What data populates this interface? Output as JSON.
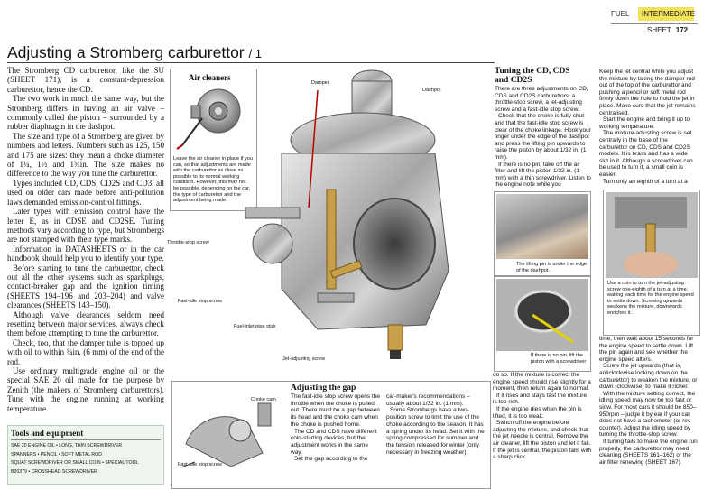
{
  "header": {
    "section": "FUEL",
    "level": "INTERMEDIATE",
    "sheet_label": "SHEET",
    "sheet_number": "172"
  },
  "title": {
    "main": "Adjusting a Stromberg carburettor",
    "part": "/ 1"
  },
  "intro_paragraphs": [
    "The Stromberg CD carburettor, like the SU (SHEET 171), is a constant-depression carburettor, hence the CD.",
    "The two work in much the same way, but the Stromberg differs in having an air valve – commonly called the piston – surrounded by a rubber diaphragm in the dashpot.",
    "The size and type of a Stromberg are given by numbers and letters. Numbers such as 125, 150 and 175 are sizes: they mean a choke diameter of 1¼, 1½ and 1¾in. The size makes no difference to the way you tune the carburettor.",
    "Types included CD, CDS, CD2S and CD3, all used on older cars made before anti-pollution laws demanded emission-control fittings.",
    "Later types with emission control have the letter E, as in CDSE and CD2SE. Tuning methods vary according to type, but Strombergs are not stamped with their type marks.",
    "Information in DATASHEETS or in the car handbook should help you to identify your type.",
    "Before starting to tune the carburettor, check out all the other systems such as sparkplugs, contact-breaker gap and the ignition timing (SHEETS 194–196 and 203–204) and valve clearances (SHEETS 143–150).",
    "Although valve clearances seldom need resetting between major services, always check them before attempting to tune the carburettor.",
    "Check, too, that the damper tube is topped up with oil to within ¼in. (6 mm) of the end of the rod.",
    "Use ordinary multigrade engine oil or the special SAE 20 oil made for the purpose by Zenith (the makers of Stromberg carburettors). Tune with the engine running at working temperature."
  ],
  "tools": {
    "heading": "Tools and equipment",
    "lines": [
      "SAE 20 ENGINE OIL  •  LONG, THIN SCREWDRIVER",
      "SPANNERS  •  PENCIL  •  SOFT METAL ROD",
      "SQUAT SCREWDRIVER OR SMALL COIN  •  SPECIAL TOOL",
      "B20379  •  CROSSHEAD SCREWDRIVER"
    ]
  },
  "air_cleaners": {
    "heading": "Air cleaners",
    "text": "Leave the air cleaner in place if you can, so that adjustments are made with the carburettor as close as possible to its normal working condition. However, this may not be possible, depending on the car, the type of carburettor and the adjustment being made."
  },
  "labels": {
    "damper": "Damper",
    "dashpot": "Dashpot",
    "throttle_stop": "Throttle-stop screw",
    "fast_idle": "Fast-idle stop screw",
    "fuel_inlet": "Fuel-inlet pipe stub",
    "jet_adjusting": "Jet-adjusting screw",
    "choke_cam": "Choke cam",
    "fast_idle_small": "Fast-idle stop screw"
  },
  "gap": {
    "heading": "Adjusting the gap",
    "col1": [
      "The fast-idle stop screw opens the throttle when the choke is pulled out. There must be a gap between its head and the choke cam when the choke is pushed home.",
      "The CD and CDS have different cold-starting devices, but the adjustment works in the same way.",
      "Set the gap according to the"
    ],
    "col2": [
      "car-maker's recommendations – usually about 1/32 in. (1 mm).",
      "Some Strombergs have a two-position screw to limit the use of the choke according to the season. It has a spring under its head. Set it with the spring compressed for summer and the tension released for winter (only necessary in freezing weather)."
    ]
  },
  "tuning": {
    "heading_line1": "Tuning the CD, CDS",
    "heading_line2": "and CD2S",
    "paragraphs": [
      "There are three adjustments on CD, CDS and CD2S carburettors: a throttle-stop screw, a jet-adjusting screw and a fast-idle stop screw.",
      "Check that the choke is fully shut and that the fast-idle stop screw is clear of the choke linkage. Hook your finger under the edge of the dashpot and press the lifting pin upwards to raise the piston by about 1/32 in. (1 mm).",
      "If there is no pin, take off the air filter and lift the piston 1/32 in. (1 mm) with a thin screwdriver. Listen to the engine note while you"
    ],
    "caption_pin": "The lifting pin is under the edge of the dashpot.",
    "caption_nopin": "If there is no pin, lift the piston with a screwdriver",
    "lower_paragraphs": [
      "do so. If the mixture is correct the engine speed should rise slightly for a moment, then return again to normal.",
      "If it rises and stays fast the mixture is too rich.",
      "If the engine dies when the pin is lifted, it is too weak.",
      "Switch off the engine before adjusting the mixture, and check that the jet needle is central. Remove the air cleaner, lift the piston and let it fall. If the jet is central, the piston falls with a sharp click."
    ]
  },
  "right_col": {
    "paragraphs": [
      "Keep the jet central while you adjust the mixture by taking the damper rod out of the top of the carburettor and pushing a pencil or soft metal rod firmly down the hole to hold the jet in place. Make sure that the jet remains centralised.",
      "Start the engine and bring it up to working temperature.",
      "The mixture-adjusting screw is set centrally in the base of the carburettor on CD, CDS and CD2S models. It is brass and has a wide slot in it. Although a screwdriver can be used to turn it, a small coin is easier.",
      "Turn only an eighth of a turn at a"
    ],
    "caption_coin": "Use a coin to turn the jet-adjusting screw one-eighth of a turn at a time, waiting each time for the engine speed to settle down. Screwing upwards weakens the mixture, downwards enriches it.",
    "lower_paragraphs": [
      "time, then wait about 15 seconds for the engine speed to settle down. Lift the pin again and see whether the engine speed alters.",
      "Screw the jet upwards (that is, anticlockwise looking down on the carburettor) to weaken the mixture, or down (clockwise) to make it richer.",
      "With the mixture setting correct, the idling speed may now be too fast or slow. For most cars it should be 850–950rpm – judge it by ear if your car does not have a tachometer (or rev counter). Adjust the idling speed by turning the throttle-stop screw.",
      "If tuning fails to make the engine run properly, the carburettor may need cleaning (SHEETS 161–162) or the air filter renewing (SHEET 167)."
    ]
  }
}
